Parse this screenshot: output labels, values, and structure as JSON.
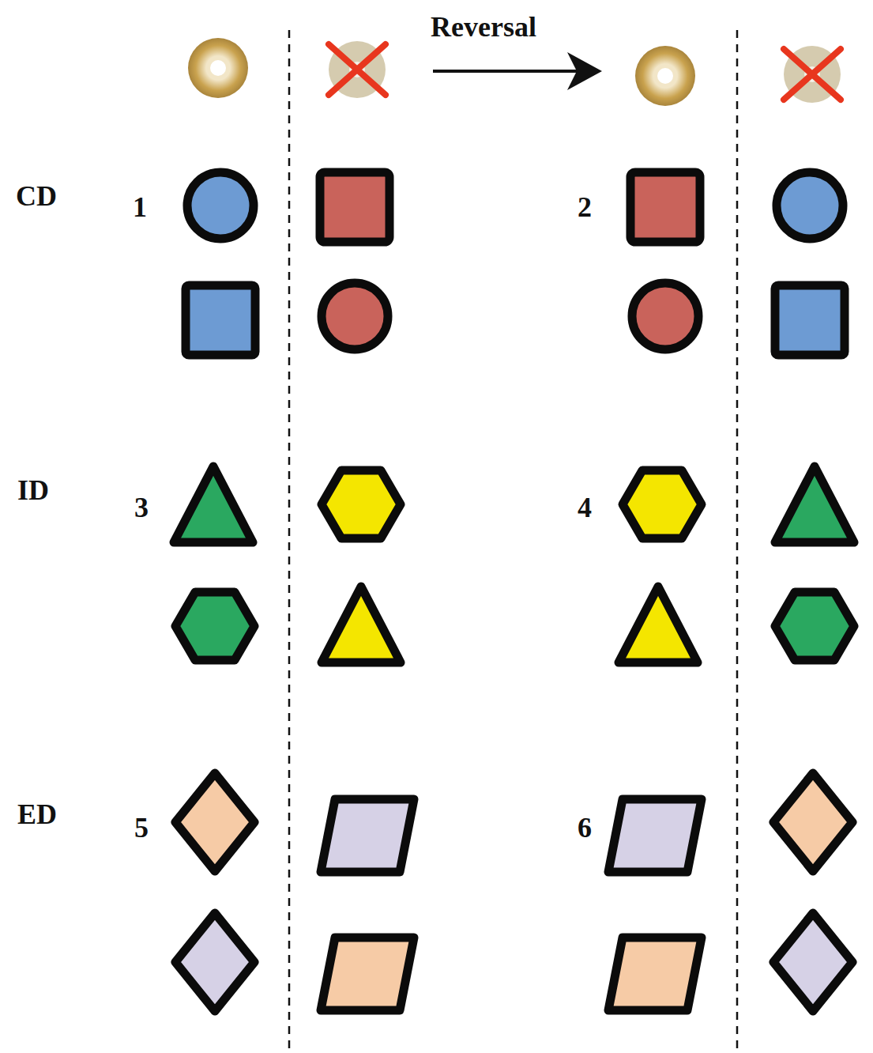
{
  "diagram": {
    "labels": [
      "Reversal",
      "CD",
      "1",
      "2",
      "ID",
      "3",
      "4",
      "ED",
      "5",
      "6"
    ]
  }
}
